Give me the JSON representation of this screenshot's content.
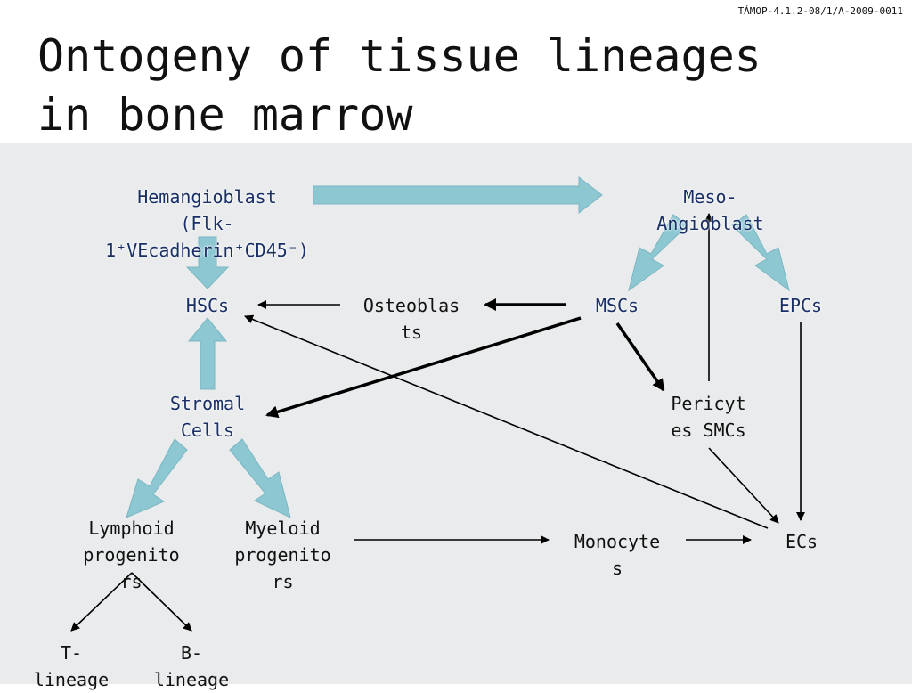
{
  "slide": {
    "code": "TÁMOP-4.1.2-08/1/A-2009-0011",
    "title_line1": "Ontogeny of tissue lineages",
    "title_line2": "in bone marrow"
  },
  "nodes": {
    "hemangioblast": {
      "line1": "Hemangioblast",
      "line2": "(Flk-",
      "line3": "1⁺VEcadherin⁺CD45⁻)"
    },
    "meso_angioblast": {
      "line1": "Meso-",
      "line2": "Angioblast"
    },
    "hscs": "HSCs",
    "osteoblasts": {
      "line1": "Osteoblas",
      "line2": "ts"
    },
    "mscs": "MSCs",
    "epcs": "EPCs",
    "stromal_cells": {
      "line1": "Stromal",
      "line2": "Cells"
    },
    "pericytes_smcs": {
      "line1": "Pericyt",
      "line2": "es SMCs"
    },
    "lymphoid_progenitors": {
      "line1": "Lymphoid",
      "line2": "progenito",
      "line3": "rs"
    },
    "myeloid_progenitors": {
      "line1": "Myeloid",
      "line2": "progenito",
      "line3": "rs"
    },
    "monocytes": {
      "line1": "Monocyte",
      "line2": "s"
    },
    "ecs": "ECs",
    "t_lineage": {
      "line1": "T-",
      "line2": "lineage"
    },
    "b_lineage": {
      "line1": "B-",
      "line2": "lineage"
    }
  },
  "colors": {
    "thick_arrow": "#8cc7d2",
    "thin_arrow": "#000000",
    "label_blue": "#1a2f66",
    "panel": "#e9ebec"
  }
}
